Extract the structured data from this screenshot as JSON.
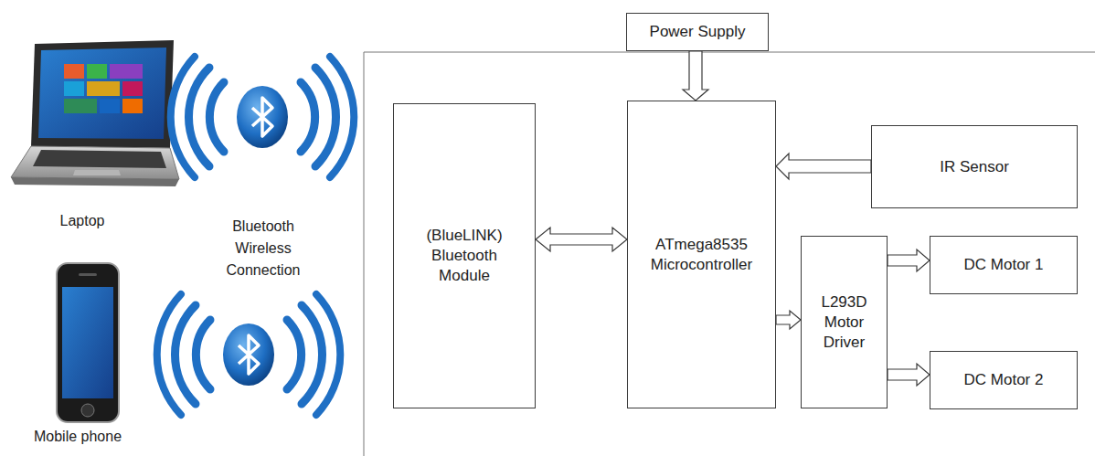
{
  "diagram": {
    "nodes": [
      {
        "text": [
          "Power Supply"
        ]
      },
      {
        "text": [
          "(BlueLINK) Bluetooth Module"
        ]
      },
      {
        "text": [
          "ATmega8535 Microcontroller"
        ]
      },
      {
        "text": [
          "IR Sensor"
        ]
      },
      {
        "text": [
          "L293D Motor Driver"
        ]
      },
      {
        "text": [
          "DC Motor 1"
        ]
      },
      {
        "text": [
          "DC Motor 2"
        ]
      }
    ],
    "edges": [
      {
        "from": 0,
        "to": 2,
        "arrow": "to"
      },
      {
        "from": 1,
        "to": 2,
        "arrow": "both"
      },
      {
        "from": 3,
        "to": 2,
        "arrow": "to"
      },
      {
        "from": 2,
        "to": 4,
        "arrow": "to"
      },
      {
        "from": 4,
        "to": 5,
        "arrow": "to"
      },
      {
        "from": 4,
        "to": 6,
        "arrow": "to"
      }
    ],
    "labels": [
      "Laptop",
      "Bluetooth Wireless Connection",
      "Mobile phone"
    ]
  }
}
